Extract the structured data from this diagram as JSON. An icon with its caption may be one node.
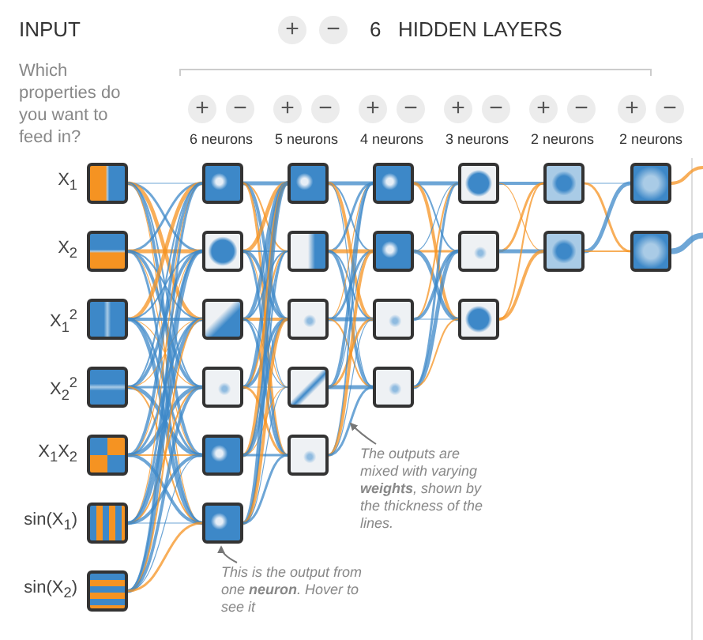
{
  "diagram": {
    "nodes": [
      {
        "text": [],
        "shape": "picture",
        "beside": [
          "X$_{1}$"
        ]
      },
      {
        "text": [],
        "shape": "picture",
        "beside": [
          "X$_{2}$"
        ]
      },
      {
        "text": [],
        "shape": "picture",
        "beside": [
          "X$_{1}$$^{2}$"
        ]
      },
      {
        "text": [],
        "shape": "picture",
        "beside": [
          "X$_{2}$$^{2}$"
        ]
      },
      {
        "text": [],
        "shape": "picture",
        "beside": [
          "X$_{1}$X$_{2}$"
        ]
      },
      {
        "text": [],
        "shape": "picture",
        "beside": [
          "sin(X$_{1}$)"
        ]
      },
      {
        "text": [],
        "shape": "picture",
        "beside": [
          "sin(X$_{2}$)"
        ]
      },
      {
        "text": [],
        "shape": "picture"
      },
      {
        "text": [],
        "shape": "picture"
      },
      {
        "text": [],
        "shape": "picture"
      },
      {
        "text": [],
        "shape": "picture"
      },
      {
        "text": [],
        "shape": "picture"
      },
      {
        "text": [],
        "shape": "picture"
      },
      {
        "text": [],
        "shape": "picture"
      },
      {
        "text": [],
        "shape": "picture"
      },
      {
        "text": [],
        "shape": "picture"
      },
      {
        "text": [],
        "shape": "picture"
      },
      {
        "text": [],
        "shape": "picture"
      },
      {
        "text": [],
        "shape": "picture"
      },
      {
        "text": [],
        "shape": "picture"
      },
      {
        "text": [],
        "shape": "picture"
      },
      {
        "text": [],
        "shape": "picture"
      },
      {
        "text": [],
        "shape": "picture"
      },
      {
        "text": [],
        "shape": "picture"
      },
      {
        "text": [],
        "shape": "picture"
      },
      {
        "text": [],
        "shape": "picture"
      },
      {
        "text": [],
        "shape": "picture"
      },
      {
        "text": [],
        "shape": "picture"
      },
      {
        "text": [],
        "shape": "picture"
      },
      {
        "text": [
          "This is the output from one **neuron**. Hover to see it"
        ]
      },
      {
        "text": [
          "The outputs are mixed with varying **weights**, shown by the thickness of the lines."
        ]
      }
    ],
    "edges": [
      {
        "from": 0,
        "to": 7,
        "arrow": "none"
      },
      {
        "from": 0,
        "to": 8,
        "arrow": "none"
      },
      {
        "from": 0,
        "to": 9,
        "arrow": "none",
        "color": "#f59322"
      },
      {
        "from": 0,
        "to": 10,
        "arrow": "none"
      },
      {
        "from": 0,
        "to": 11,
        "arrow": "none"
      },
      {
        "from": 0,
        "to": 12,
        "arrow": "none",
        "color": "#f59322"
      },
      {
        "from": 1,
        "to": 7,
        "arrow": "none"
      },
      {
        "from": 1,
        "to": 8,
        "arrow": "none",
        "color": "#f59322"
      },
      {
        "from": 1,
        "to": 9,
        "arrow": "none"
      },
      {
        "from": 1,
        "to": 10,
        "arrow": "none"
      },
      {
        "from": 1,
        "to": 11,
        "arrow": "none",
        "color": "#f59322"
      },
      {
        "from": 1,
        "to": 12,
        "arrow": "none"
      },
      {
        "from": 2,
        "to": 7,
        "arrow": "none",
        "color": "#f59322"
      },
      {
        "from": 2,
        "to": 8,
        "arrow": "none"
      },
      {
        "from": 2,
        "to": 9,
        "arrow": "none"
      },
      {
        "from": 2,
        "to": 10,
        "arrow": "none",
        "color": "#f59322"
      },
      {
        "from": 2,
        "to": 11,
        "arrow": "none"
      },
      {
        "from": 2,
        "to": 12,
        "arrow": "none"
      },
      {
        "from": 3,
        "to": 7,
        "arrow": "none"
      },
      {
        "from": 3,
        "to": 8,
        "arrow": "none"
      },
      {
        "from": 3,
        "to": 9,
        "arrow": "none",
        "color": "#f59322"
      },
      {
        "from": 3,
        "to": 10,
        "arrow": "none"
      },
      {
        "from": 3,
        "to": 11,
        "arrow": "none"
      },
      {
        "from": 3,
        "to": 12,
        "arrow": "none",
        "color": "#f59322"
      },
      {
        "from": 4,
        "to": 7,
        "arrow": "none"
      },
      {
        "from": 4,
        "to": 8,
        "arrow": "none",
        "color": "#f59322"
      },
      {
        "from": 4,
        "to": 9,
        "arrow": "none"
      },
      {
        "from": 4,
        "to": 10,
        "arrow": "none"
      },
      {
        "from": 4,
        "to": 11,
        "arrow": "none",
        "color": "#f59322"
      },
      {
        "from": 4,
        "to": 12,
        "arrow": "none"
      },
      {
        "from": 5,
        "to": 7,
        "arrow": "none",
        "color": "#f59322"
      },
      {
        "from": 5,
        "to": 8,
        "arrow": "none"
      },
      {
        "from": 5,
        "to": 9,
        "arrow": "none"
      },
      {
        "from": 5,
        "to": 10,
        "arrow": "none",
        "color": "#f59322"
      },
      {
        "from": 5,
        "to": 11,
        "arrow": "none"
      },
      {
        "from": 5,
        "to": 12,
        "arrow": "none"
      },
      {
        "from": 6,
        "to": 7,
        "arrow": "none"
      },
      {
        "from": 6,
        "to": 8,
        "arrow": "none"
      },
      {
        "from": 6,
        "to": 9,
        "arrow": "none",
        "color": "#f59322"
      },
      {
        "from": 6,
        "to": 10,
        "arrow": "none"
      },
      {
        "from": 6,
        "to": 11,
        "arrow": "none"
      },
      {
        "from": 6,
        "to": 12,
        "arrow": "none",
        "color": "#f59322"
      },
      {
        "from": 7,
        "to": 13,
        "arrow": "none"
      },
      {
        "from": 7,
        "to": 14,
        "arrow": "none",
        "color": "#f59322"
      },
      {
        "from": 7,
        "to": 15,
        "arrow": "none"
      },
      {
        "from": 7,
        "to": 16,
        "arrow": "none"
      },
      {
        "from": 7,
        "to": 17,
        "arrow": "none",
        "color": "#f59322"
      },
      {
        "from": 8,
        "to": 13,
        "arrow": "none",
        "color": "#f59322"
      },
      {
        "from": 8,
        "to": 14,
        "arrow": "none"
      },
      {
        "from": 8,
        "to": 15,
        "arrow": "none"
      },
      {
        "from": 8,
        "to": 16,
        "arrow": "none",
        "color": "#f59322"
      },
      {
        "from": 8,
        "to": 17,
        "arrow": "none"
      },
      {
        "from": 9,
        "to": 13,
        "arrow": "none"
      },
      {
        "from": 9,
        "to": 14,
        "arrow": "none"
      },
      {
        "from": 9,
        "to": 15,
        "arrow": "none",
        "color": "#f59322"
      },
      {
        "from": 9,
        "to": 16,
        "arrow": "none"
      },
      {
        "from": 9,
        "to": 17,
        "arrow": "none"
      },
      {
        "from": 10,
        "to": 13,
        "arrow": "none"
      },
      {
        "from": 10,
        "to": 14,
        "arrow": "none",
        "color": "#f59322"
      },
      {
        "from": 10,
        "to": 15,
        "arrow": "none"
      },
      {
        "from": 10,
        "to": 16,
        "arrow": "none"
      },
      {
        "from": 10,
        "to": 17,
        "arrow": "none",
        "color": "#f59322"
      },
      {
        "from": 11,
        "to": 13,
        "arrow": "none",
        "color": "#f59322"
      },
      {
        "from": 11,
        "to": 14,
        "arrow": "none"
      },
      {
        "from": 11,
        "to": 15,
        "arrow": "none"
      },
      {
        "from": 11,
        "to": 16,
        "arrow": "none",
        "color": "#f59322"
      },
      {
        "from": 11,
        "to": 17,
        "arrow": "none"
      },
      {
        "from": 12,
        "to": 13,
        "arrow": "none"
      },
      {
        "from": 12,
        "to": 14,
        "arrow": "none"
      },
      {
        "from": 12,
        "to": 15,
        "arrow": "none",
        "color": "#f59322"
      },
      {
        "from": 12,
        "to": 16,
        "arrow": "none"
      },
      {
        "from": 12,
        "to": 17,
        "arrow": "none"
      },
      {
        "from": 13,
        "to": 18,
        "arrow": "none"
      },
      {
        "from": 13,
        "to": 19,
        "arrow": "none"
      },
      {
        "from": 13,
        "to": 20,
        "arrow": "none",
        "color": "#f59322"
      },
      {
        "from": 13,
        "to": 21,
        "arrow": "none"
      },
      {
        "from": 14,
        "to": 18,
        "arrow": "none"
      },
      {
        "from": 14,
        "to": 19,
        "arrow": "none",
        "color": "#f59322"
      },
      {
        "from": 14,
        "to": 20,
        "arrow": "none"
      },
      {
        "from": 14,
        "to": 21,
        "arrow": "none"
      },
      {
        "from": 15,
        "to": 18,
        "arrow": "none",
        "color": "#f59322"
      },
      {
        "from": 15,
        "to": 19,
        "arrow": "none"
      },
      {
        "from": 15,
        "to": 20,
        "arrow": "none"
      },
      {
        "from": 15,
        "to": 21,
        "arrow": "none",
        "color": "#f59322"
      },
      {
        "from": 16,
        "to": 18,
        "arrow": "none"
      },
      {
        "from": 16,
        "to": 19,
        "arrow": "none"
      },
      {
        "from": 16,
        "to": 20,
        "arrow": "none",
        "color": "#f59322"
      },
      {
        "from": 16,
        "to": 21,
        "arrow": "none"
      },
      {
        "from": 17,
        "to": 18,
        "arrow": "none"
      },
      {
        "from": 17,
        "to": 19,
        "arrow": "none",
        "color": "#f59322"
      },
      {
        "from": 17,
        "to": 20,
        "arrow": "none"
      },
      {
        "from": 17,
        "to": 21,
        "arrow": "none"
      },
      {
        "from": 18,
        "to": 22,
        "arrow": "none"
      },
      {
        "from": 18,
        "to": 23,
        "arrow": "none"
      },
      {
        "from": 18,
        "to": 24,
        "arrow": "none",
        "color": "#f59322"
      },
      {
        "from": 19,
        "to": 22,
        "arrow": "none"
      },
      {
        "from": 19,
        "to": 23,
        "arrow": "none",
        "color": "#f59322"
      },
      {
        "from": 19,
        "to": 24,
        "arrow": "none"
      },
      {
        "from": 20,
        "to": 22,
        "arrow": "none",
        "color": "#f59322"
      },
      {
        "from": 20,
        "to": 23,
        "arrow": "none"
      },
      {
        "from": 20,
        "to": 24,
        "arrow": "none"
      },
      {
        "from": 21,
        "to": 22,
        "arrow": "none"
      },
      {
        "from": 21,
        "to": 23,
        "arrow": "none"
      },
      {
        "from": 21,
        "to": 24,
        "arrow": "none",
        "color": "#f59322"
      },
      {
        "from": 22,
        "to": 25,
        "arrow": "none"
      },
      {
        "from": 22,
        "to": 26,
        "arrow": "none",
        "color": "#f59322"
      },
      {
        "from": 23,
        "to": 25,
        "arrow": "none",
        "color": "#f59322"
      },
      {
        "from": 23,
        "to": 26,
        "arrow": "none"
      },
      {
        "from": 24,
        "to": 25,
        "arrow": "none",
        "color": "#f59322"
      },
      {
        "from": 24,
        "to": 26,
        "arrow": "none",
        "color": "#f59322"
      },
      {
        "from": 25,
        "to": 27,
        "arrow": "none"
      },
      {
        "from": 25,
        "to": 28,
        "arrow": "none",
        "color": "#f59322"
      },
      {
        "from": 26,
        "to": 27,
        "arrow": "none"
      },
      {
        "from": 26,
        "to": 28,
        "arrow": "none",
        "color": "#f59322"
      },
      {
        "from": 27,
        "to": null,
        "arrow": "none",
        "color": "#f59322"
      },
      {
        "from": 28,
        "to": null,
        "arrow": "none",
        "style": "thick"
      },
      {
        "from": 29,
        "to": 12,
        "arrow": "to",
        "color": "#777777"
      },
      {
        "from": 30,
        "to": null,
        "arrow": "to",
        "color": "#777777"
      }
    ],
    "labels": [
      "INPUT",
      "+",
      "−",
      "6",
      "HIDDEN LAYERS",
      "Which properties do you want to feed in?",
      "+",
      "−",
      "+",
      "−",
      "+",
      "−",
      "+",
      "−",
      "+",
      "−",
      "+",
      "−",
      "6 neurons",
      "5 neurons",
      "4 neurons",
      "3 neurons",
      "2 neurons",
      "2 neurons"
    ]
  }
}
